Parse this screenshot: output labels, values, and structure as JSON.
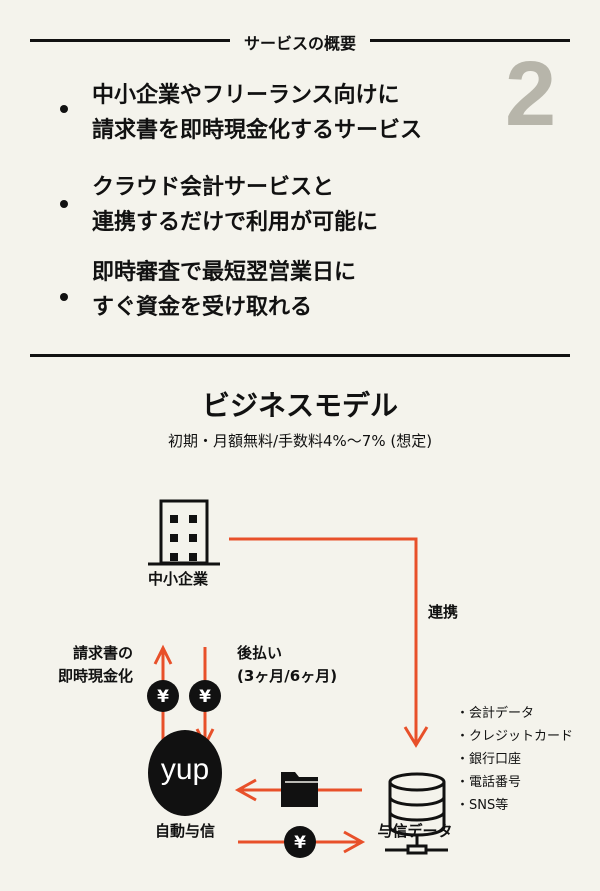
{
  "overview": {
    "heading": "サービスの概要",
    "number": "2",
    "bullets": [
      {
        "line1": "中小企業やフリーランス向けに",
        "line2": "請求書を即時現金化するサービス"
      },
      {
        "line1": "クラウド会計サービスと",
        "line2": "連携するだけで利用が可能に"
      },
      {
        "line1": "即時審査で最短翌営業日に",
        "line2": "すぐ資金を受け取れる"
      }
    ]
  },
  "model": {
    "title": "ビジネスモデル",
    "subtitle": "初期・月額無料/手数料4%〜7% (想定)",
    "sme_label": "中小企業",
    "link_label": "連携",
    "cash_label": {
      "line1": "請求書の",
      "line2": "即時現金化"
    },
    "pay_label": {
      "line1": "後払い",
      "line2": "(3ヶ月/6ヶ月)"
    },
    "yen_symbol": "¥",
    "logo_text": "yup",
    "auto_credit_label": "自動与信",
    "credit_data_label": "与信データ",
    "data_items": [
      "・会計データ",
      "・クレジットカード",
      "・銀行口座",
      "・電話番号",
      "・SNS等"
    ],
    "accent_color": "#e8502a"
  }
}
